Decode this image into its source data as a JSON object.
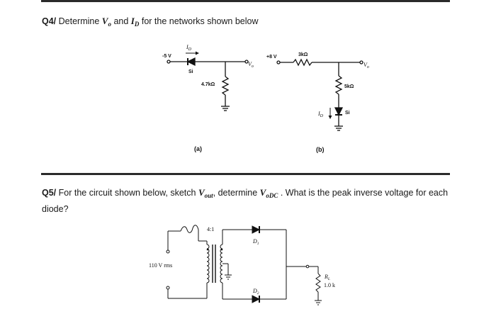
{
  "q4": {
    "label": "Q4/",
    "text_before": "Determine",
    "vo_symbol": "V",
    "vo_sub": "o",
    "and_word": "and",
    "id_symbol": "I",
    "id_sub": "D",
    "text_after": "for the networks shown below"
  },
  "circuit_a": {
    "supply": "-5 V",
    "id_label": "I",
    "id_sub": "D",
    "diode_material": "Si",
    "resistor": "4.7kΩ",
    "output": "V",
    "output_sub": "o",
    "caption": "(a)"
  },
  "circuit_b": {
    "supply": "+8 V",
    "resistor_top": "3kΩ",
    "output": "V",
    "output_sub": "o",
    "resistor_side": "5kΩ",
    "id_label": "I",
    "id_sub": "D",
    "diode_material": "Si",
    "caption": "(b)"
  },
  "q5": {
    "label": "Q5/",
    "text1": "For the circuit shown below, sketch",
    "vout_symbol": "V",
    "vout_sub": "out",
    "text2": ", determine",
    "vodc_symbol": "V",
    "vodc_sub": "oDC",
    "text3": ". What is the peak inverse voltage for each diode?"
  },
  "circuit_q5": {
    "ratio": "4:1",
    "source": "110 V rms",
    "d1": "D",
    "d1_sub": "1",
    "d2": "D",
    "d2_sub": "2",
    "rl": "R",
    "rl_sub": "L",
    "rl_value": "1.0 k"
  }
}
